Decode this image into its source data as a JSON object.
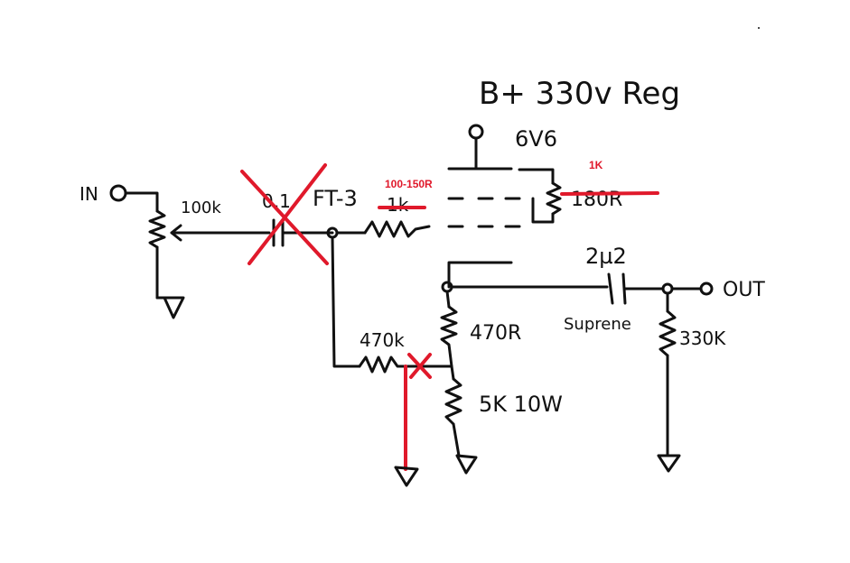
{
  "supply_label": "B+ 330v Reg",
  "tube_label": "6V6",
  "input_label": "IN",
  "output_label": "OUT",
  "components": {
    "volume_pot": "100k",
    "coupling_cap": "0,1",
    "tube_ref": "FT-3",
    "grid_resistor_old": "1k",
    "grid_resistor_new": "100-150R",
    "screen_resistor_old": "180R",
    "screen_resistor_new": "1K",
    "output_cap": "2µ2",
    "output_cap_brand": "Suprene",
    "output_resistor": "330K",
    "feedback_resistor": "470k",
    "cathode_resistor": "470R",
    "load_resistor": "5K 10W"
  },
  "colors": {
    "ink": "#111111",
    "correction": "#e0192b"
  }
}
